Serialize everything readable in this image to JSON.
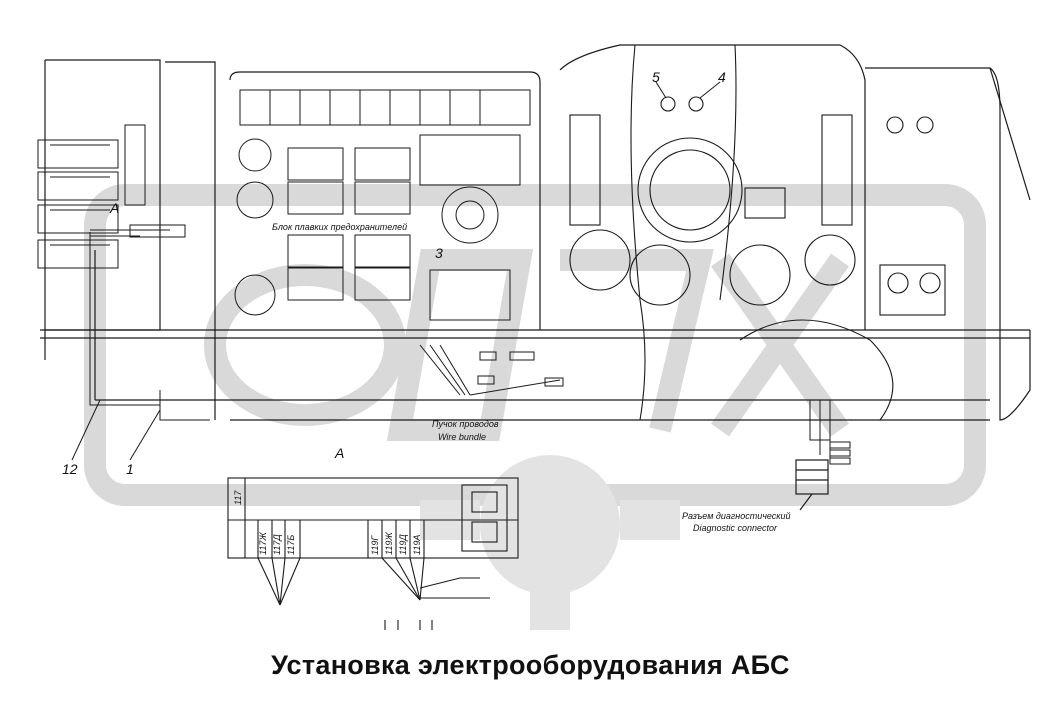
{
  "title": "Установка электрооборудования АБС",
  "callouts": {
    "n1": "1",
    "n12": "12",
    "n3": "3",
    "n4": "4",
    "n5": "5",
    "view_a_top": "A",
    "view_a_bottom": "A"
  },
  "labels": {
    "fuse_block_note": "Блок плавких предохранителей",
    "wire_bundle_ru": "Пучок проводов",
    "wire_bundle_en": "Wire bundle",
    "diag_connector_ru": "Разъем диагностический",
    "diag_connector_en": "Diagnostic connector"
  },
  "connector_pins": [
    "117",
    "117Ж",
    "117Д",
    "117Б",
    "119Г",
    "119Ж",
    "119Д",
    "119А"
  ],
  "watermark_color": "#d9d9d9",
  "line_color": "#1a1a1a"
}
